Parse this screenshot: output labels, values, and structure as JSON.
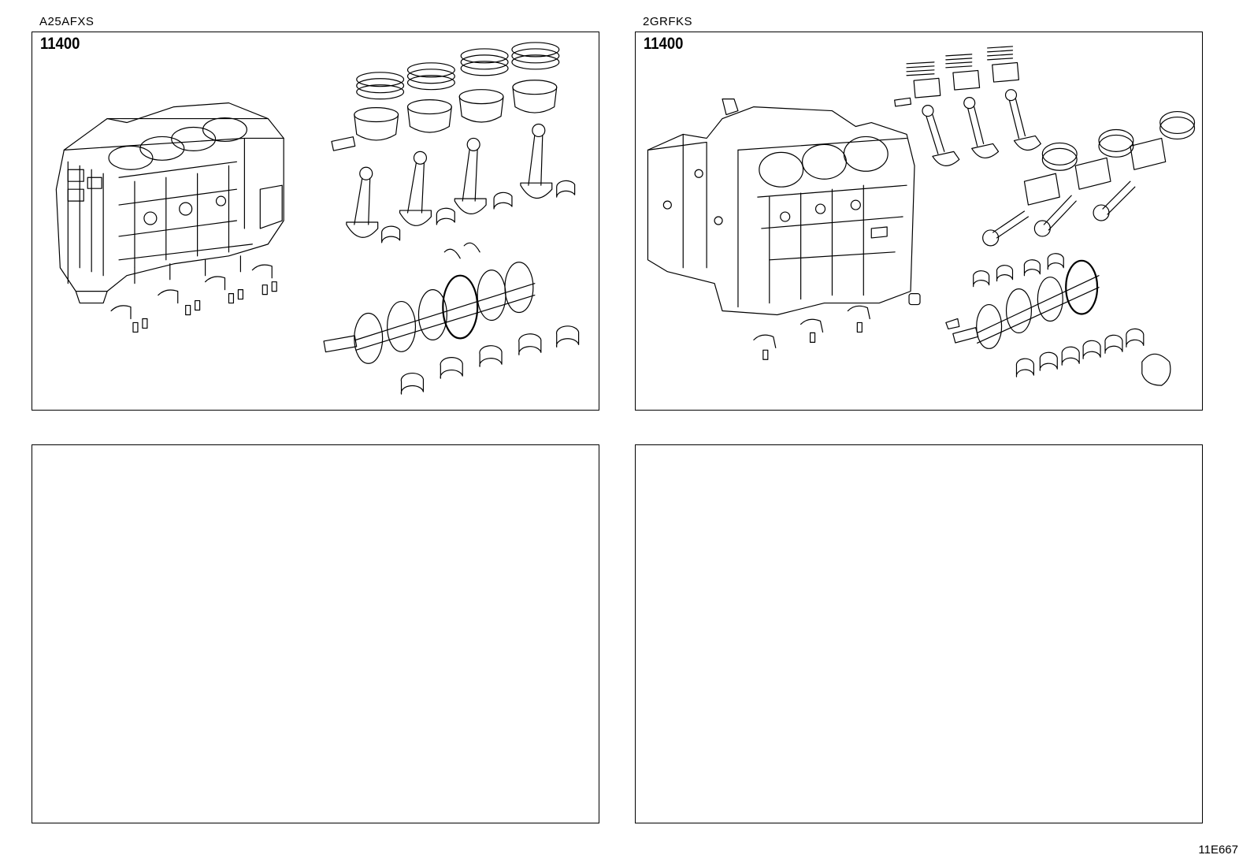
{
  "sheet_code": "11E667",
  "panels": [
    {
      "engine_code": "A25AFXS",
      "part_number": "11400"
    },
    {
      "engine_code": "2GRFKS",
      "part_number": "11400"
    },
    {
      "engine_code": "",
      "part_number": ""
    },
    {
      "engine_code": "",
      "part_number": ""
    }
  ],
  "icons": {
    "a25": [
      "inline-4-cylinder-block-icon",
      "piston-rings-icon",
      "piston-icon",
      "connecting-rod-icon",
      "crankshaft-icon",
      "bearing-shell-icon",
      "oil-jet-bolt-icon"
    ],
    "2gr": [
      "v6-cylinder-block-icon",
      "piston-rings-icon",
      "piston-icon",
      "connecting-rod-icon",
      "crankshaft-icon",
      "bearing-shell-icon",
      "oil-jet-bolt-icon"
    ]
  }
}
